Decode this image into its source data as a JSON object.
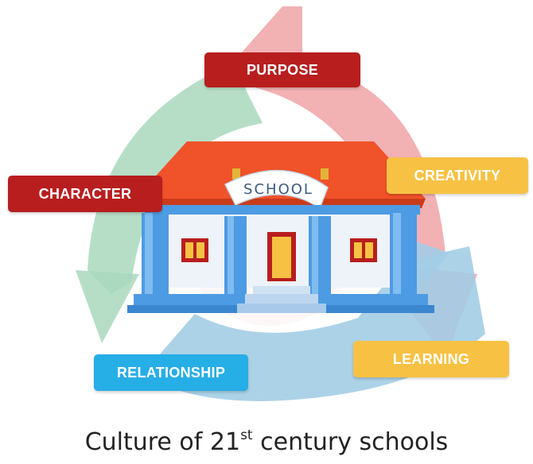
{
  "labels": {
    "purpose": "PURPOSE",
    "character": "CHARACTER",
    "creativity": "CREATIVITY",
    "learning": "LEARNING",
    "relationship": "RELATIONSHIP"
  },
  "school_sign": "SCHOOL",
  "caption": {
    "pre": "Culture of 21",
    "sup": "st",
    "post": " century schools"
  },
  "colors": {
    "arrow_red": "#f1a9ab",
    "arrow_green": "#a9d8bd",
    "arrow_blue": "#a3cde6",
    "tag_red": "#b81e1e",
    "tag_yellow": "#f7c244",
    "tag_blue": "#26aee6",
    "roof": "#f0522a",
    "wall": "#4d9be3"
  }
}
